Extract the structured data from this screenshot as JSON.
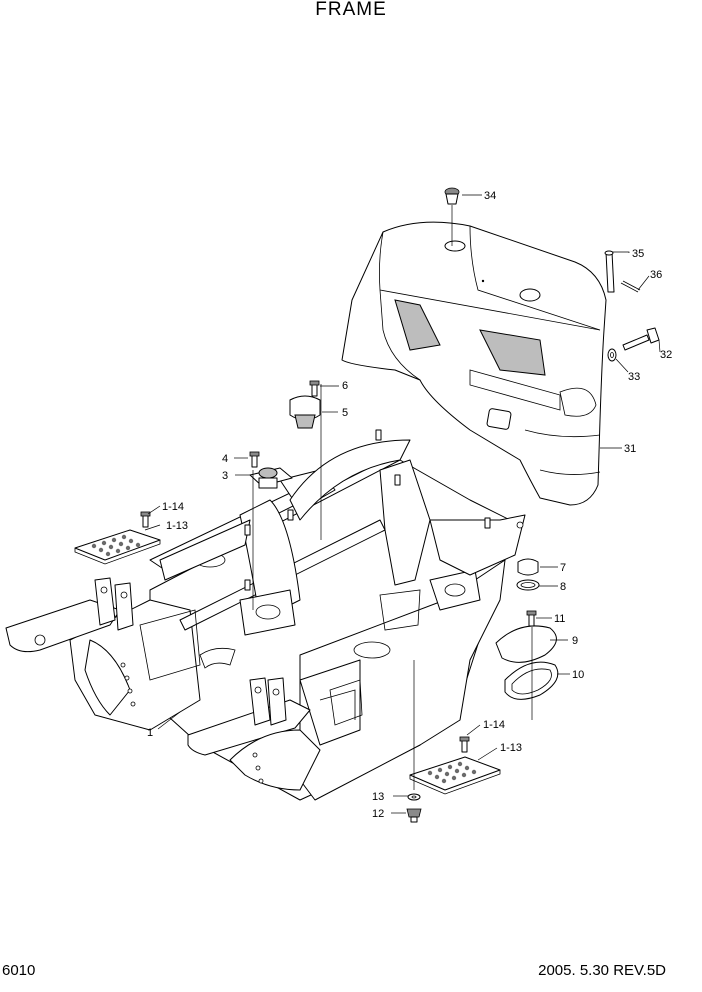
{
  "title": "FRAME",
  "page_number": "6010",
  "revision": "2005. 5.30 REV.5D",
  "callouts": {
    "c1": "1",
    "c3": "3",
    "c4": "4",
    "c5": "5",
    "c6": "6",
    "c7": "7",
    "c8": "8",
    "c9": "9",
    "c10": "10",
    "c11": "11",
    "c12": "12",
    "c13": "13",
    "c1_13a": "1-13",
    "c1_14a": "1-14",
    "c1_13b": "1-13",
    "c1_14b": "1-14",
    "c31": "31",
    "c32": "32",
    "c33": "33",
    "c34": "34",
    "c35": "35",
    "c36": "36"
  }
}
